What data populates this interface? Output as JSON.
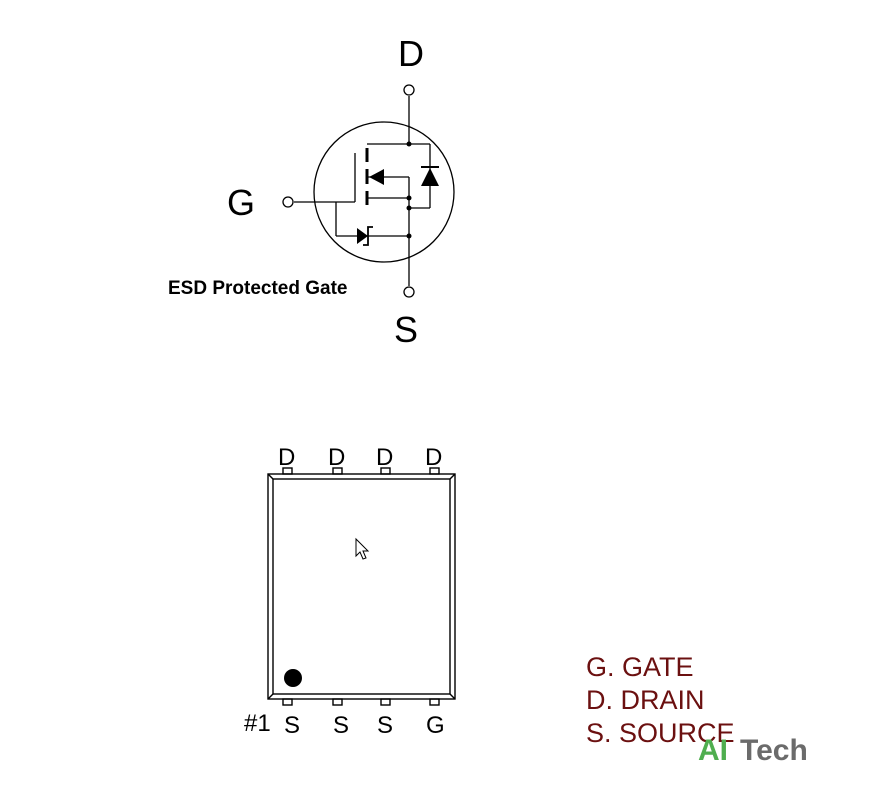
{
  "symbol": {
    "drain_label": "D",
    "gate_label": "G",
    "source_label": "S",
    "caption": "ESD Protected Gate"
  },
  "package": {
    "top_pins": [
      "D",
      "D",
      "D",
      "D"
    ],
    "bottom_pins": [
      "S",
      "S",
      "S",
      "G"
    ],
    "pin1_marker": "#1"
  },
  "legend": {
    "gate": "G. GATE",
    "drain": "D. DRAIN",
    "source": "S. SOURCE"
  },
  "logo": {
    "part1": "AI",
    "part2": "Tech",
    "color1": "#4fae4f",
    "color2": "#6b6b6b"
  },
  "colors": {
    "legend_text": "#6b1010"
  }
}
